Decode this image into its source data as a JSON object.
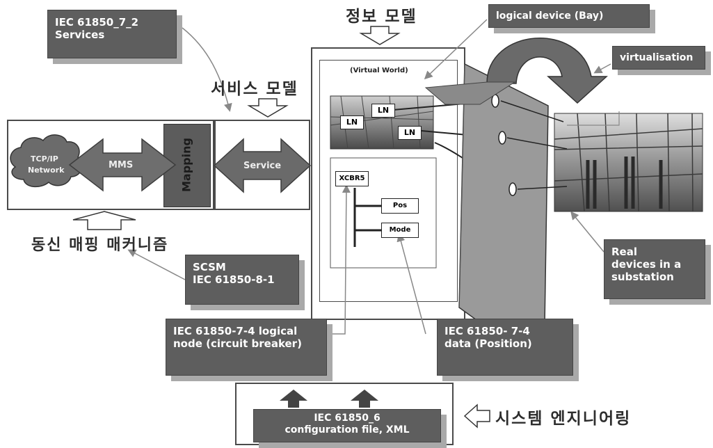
{
  "diagram": {
    "labels": {
      "services": [
        "IEC 61850_7_2",
        "Services"
      ],
      "info_model": "정보 모델",
      "service_model": "서비스 모델",
      "comm_mapping": "동신 매핑 매커니즘",
      "system_eng": "시스템 엔지니어링",
      "logical_device": "logical device (Bay)",
      "virtualisation": "virtualisation",
      "real_devices": [
        "Real",
        "devices in a",
        "substation"
      ],
      "scsm": [
        "SCSM",
        "IEC 61850-8-1"
      ],
      "ln_label": [
        "IEC 61850-7-4 logical",
        "node (circuit breaker)"
      ],
      "data_label": [
        "IEC 61850- 7-4",
        "data (Position)"
      ],
      "config": [
        "IEC 61850_6",
        "configuration file, XML"
      ],
      "virtual_world": "(Virtual World)",
      "network": [
        "TCP/IP",
        "Network"
      ],
      "mms": "MMS",
      "mapping": "Mapping",
      "service": "Service",
      "ln": "LN",
      "xcbr": "XCBR5",
      "pos": "Pos",
      "mode": "Mode"
    }
  }
}
